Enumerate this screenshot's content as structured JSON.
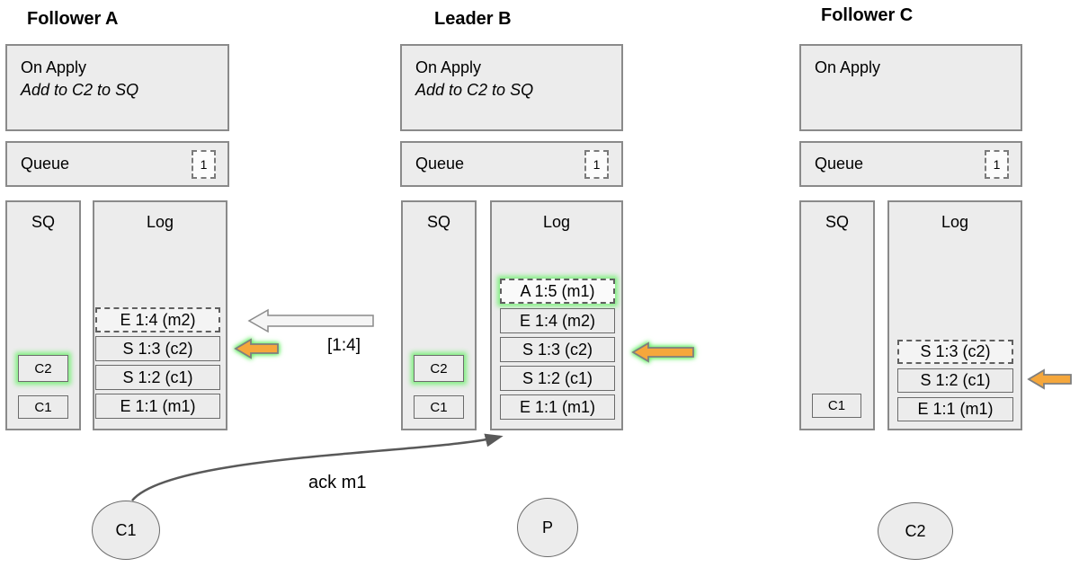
{
  "nodes": [
    {
      "title": "Follower A",
      "on_apply": {
        "line1": "On Apply",
        "line2": "Add to C2 to SQ"
      },
      "queue": {
        "label": "Queue",
        "count": "1"
      },
      "sq": {
        "label": "SQ",
        "items": [
          {
            "label": "C2"
          },
          {
            "label": "C1"
          }
        ]
      },
      "log": {
        "label": "Log",
        "entries": [
          {
            "label": "E 1:4 (m2)"
          },
          {
            "label": "S 1:3 (c2)"
          },
          {
            "label": "S 1:2 (c1)"
          },
          {
            "label": "E 1:1 (m1)"
          }
        ]
      }
    },
    {
      "title": "Leader B",
      "on_apply": {
        "line1": "On Apply",
        "line2": "Add to C2 to SQ"
      },
      "queue": {
        "label": "Queue",
        "count": "1"
      },
      "sq": {
        "label": "SQ",
        "items": [
          {
            "label": "C2"
          },
          {
            "label": "C1"
          }
        ]
      },
      "log": {
        "label": "Log",
        "entries": [
          {
            "label": "A 1:5 (m1)"
          },
          {
            "label": "E 1:4 (m2)"
          },
          {
            "label": "S 1:3 (c2)"
          },
          {
            "label": "S 1:2 (c1)"
          },
          {
            "label": "E 1:1 (m1)"
          }
        ]
      }
    },
    {
      "title": "Follower C",
      "on_apply": {
        "line1": "On Apply"
      },
      "queue": {
        "label": "Queue",
        "count": "1"
      },
      "sq": {
        "label": "SQ",
        "items": [
          {
            "label": "C1"
          }
        ]
      },
      "log": {
        "label": "Log",
        "entries": [
          {
            "label": "S 1:3 (c2)"
          },
          {
            "label": "S 1:2 (c1)"
          },
          {
            "label": "E 1:1 (m1)"
          }
        ]
      }
    }
  ],
  "labels": {
    "replicate_range": "[1:4]",
    "ack": "ack m1"
  },
  "actors": [
    {
      "label": "C1"
    },
    {
      "label": "P"
    },
    {
      "label": "C2"
    }
  ],
  "colors": {
    "highlight_glow": "#83ef83",
    "arrow_orange": "#f5a73c",
    "box_fill": "#ececec"
  }
}
